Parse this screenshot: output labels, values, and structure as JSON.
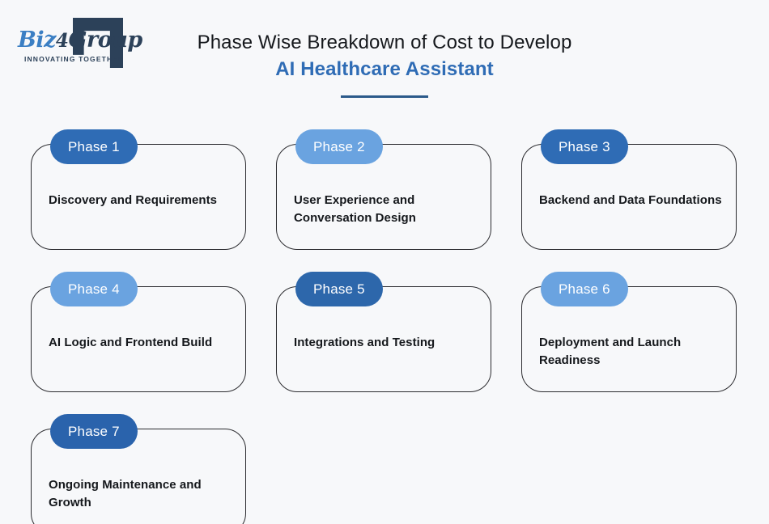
{
  "colors": {
    "background": "#f7f8fa",
    "card_border": "#2b2b2f",
    "badge_dark": "#2f6cb5",
    "badge_light": "#6aa3e0",
    "title_accent": "#2f6cb5",
    "underline": "#2b5a8a",
    "logo_navy": "#2c4159",
    "logo_blue": "#3b7fc4"
  },
  "logo": {
    "name": "biz4group-logo",
    "word_biz": "Biz",
    "word_four": "4",
    "word_group": "Group",
    "tagline": "INNOVATING TOGETHER"
  },
  "header": {
    "title_line_1": "Phase Wise Breakdown of Cost to Develop",
    "title_line_2": "AI Healthcare Assistant"
  },
  "phases": [
    {
      "badge": "Phase 1",
      "title": "Discovery and Requirements",
      "badge_color": "#2f6cb5"
    },
    {
      "badge": "Phase 2",
      "title": "User Experience and Conversation Design",
      "badge_color": "#6aa3e0"
    },
    {
      "badge": "Phase 3",
      "title": "Backend and Data Foundations",
      "badge_color": "#2f6cb5"
    },
    {
      "badge": "Phase 4",
      "title": "AI Logic and Frontend Build",
      "badge_color": "#6aa3e0"
    },
    {
      "badge": "Phase 5",
      "title": "Integrations and Testing",
      "badge_color": "#2d67ab"
    },
    {
      "badge": "Phase 6",
      "title": "Deployment and Launch Readiness",
      "badge_color": "#6aa3e0"
    },
    {
      "badge": "Phase 7",
      "title": "Ongoing Maintenance and Growth",
      "badge_color": "#2a63ac"
    }
  ]
}
